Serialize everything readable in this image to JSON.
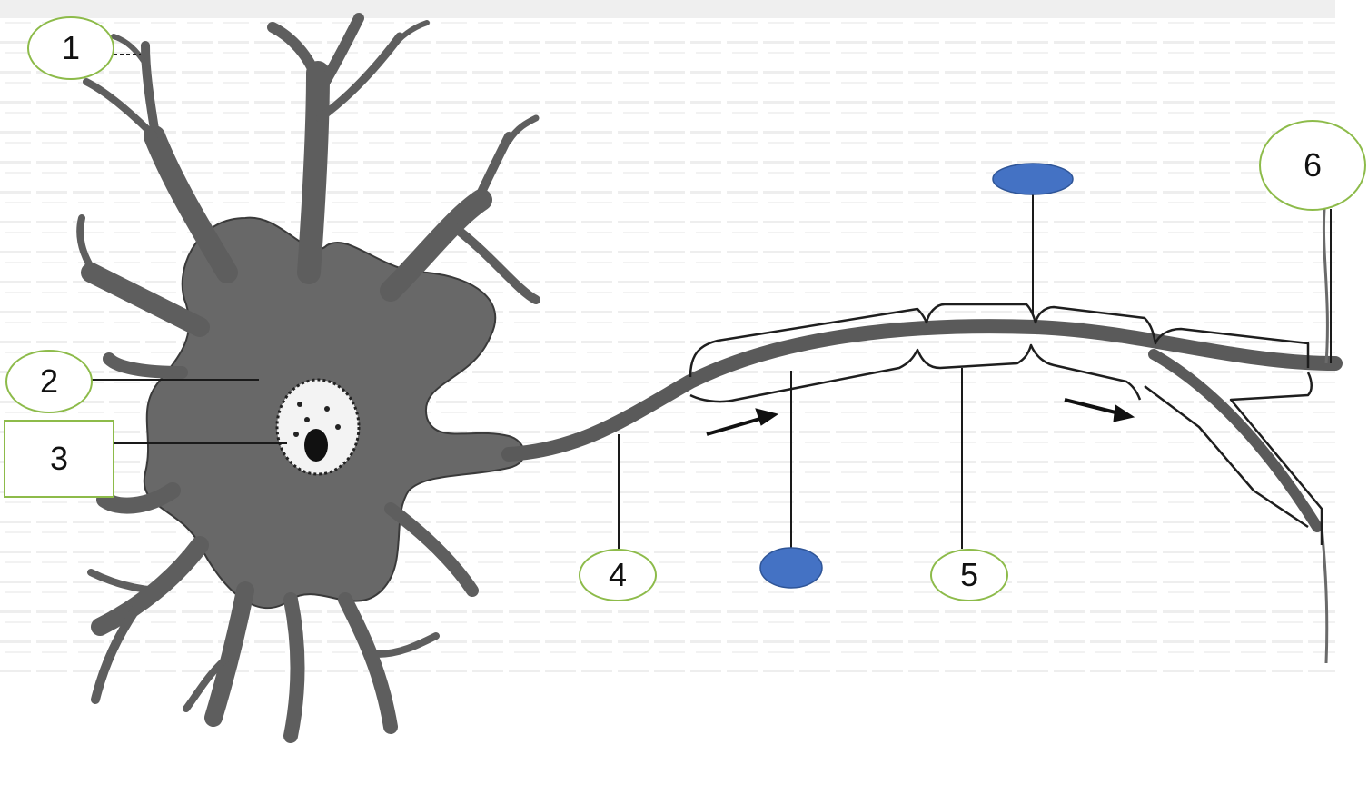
{
  "colors": {
    "page_bg": "#ffffff",
    "texture": "#e9e9e9",
    "neuron_fill": "#686868",
    "neuron_edge": "#3a3a3a",
    "nucleus_fill": "#f3f3f3",
    "nucleolus": "#111111",
    "line": "#1a1a1a",
    "label_border": "#8dbb4a",
    "blank_marker": "#4472c4",
    "blank_marker_border": "#2f5597"
  },
  "labels": {
    "l1": "1",
    "l2": "2",
    "l3": "3",
    "l4": "4",
    "l5": "5",
    "l6": "6"
  }
}
